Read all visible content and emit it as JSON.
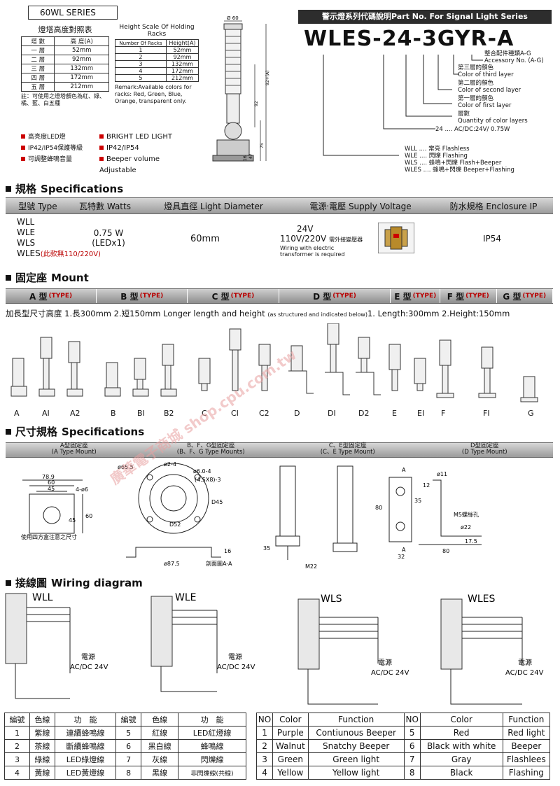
{
  "top": {
    "series_title": "60WL SERIES",
    "height_table_cn": {
      "title": "燈塔高度對照表",
      "headers": [
        "塔 數",
        "高 度(A)"
      ],
      "rows": [
        [
          "一 層",
          "52mm"
        ],
        [
          "二 層",
          "92mm"
        ],
        [
          "三 層",
          "132mm"
        ],
        [
          "四 層",
          "172mm"
        ],
        [
          "五 層",
          "212mm"
        ]
      ],
      "note": "註：可使用之燈塔顏色為紅、綠、橘、藍、白五種"
    },
    "height_table_en": {
      "title": "Height Scale Of Holding Racks",
      "headers": [
        "Number Of Racks",
        "Height(A)"
      ],
      "rows": [
        [
          "1",
          "52mm"
        ],
        [
          "2",
          "92mm"
        ],
        [
          "3",
          "132mm"
        ],
        [
          "4",
          "172mm"
        ],
        [
          "5",
          "212mm"
        ]
      ],
      "remark": "Remark:Available colors for racks: Red, Green, Blue, Orange, transparent only."
    },
    "features_cn": [
      "高亮度LED燈",
      "IP42/IP54保護等級",
      "可調整蜂鳴音量"
    ],
    "features_en": [
      "BRIGHT LED LIGHT",
      "IP42/IP54",
      "Beeper volume Adjustable"
    ],
    "tower_dims": {
      "dia": "Ø 60",
      "h1": "92+(A)",
      "h2": "92",
      "h3": "75",
      "h4": "47",
      "h5": "16"
    }
  },
  "partno": {
    "header": "警示燈系列代碼說明Part No. For Signal Light Series",
    "code": "WLES-24-3GYR-A",
    "items": [
      {
        "cn": "整合配件種類A-G",
        "en": "Accessory No. (A-G)"
      },
      {
        "cn": "第三層的顏色",
        "en": "Color of third layer"
      },
      {
        "cn": "第二層的顏色",
        "en": "Color of second layer"
      },
      {
        "cn": "第一層的顏色",
        "en": "Color of first layer"
      },
      {
        "cn": "層數",
        "en": "Quantity of color layers"
      }
    ],
    "voltage": {
      "code": "24",
      "desc": ".... AC/DC:24V/ 0.75W"
    },
    "types": [
      {
        "code": "WLL",
        "desc": ".... 常亮 Flashless"
      },
      {
        "code": "WLE",
        "desc": ".... 閃爍 Flashing"
      },
      {
        "code": "WLS",
        "desc": ".... 蜂鳴+閃爍 Flash+Beeper"
      },
      {
        "code": "WLES",
        "desc": ".... 蜂鳴+閃爍 Beeper+Flashing"
      }
    ]
  },
  "spec": {
    "title_cn": "規格",
    "title_en": "Specifications",
    "headers": [
      "型號 Type",
      "瓦特數 Watts",
      "燈具直徑 Light Diameter",
      "電源‧電壓 Supply Voltage",
      "防水規格 Enclosure IP"
    ],
    "types": [
      "WLL",
      "WLE",
      "WLS",
      "WLES"
    ],
    "wles_note": "(此款無110/220V)",
    "watts": "0.75 W",
    "watts2": "(LEDx1)",
    "diameter": "60mm",
    "voltage1": "24V",
    "voltage2": "110V/220V",
    "voltage_note_cn": "需外接變壓器",
    "voltage_note_en": "Wiring with electric transformer is required",
    "ip": "IP54"
  },
  "mount": {
    "title_cn": "固定座",
    "title_en": "Mount",
    "types": [
      {
        "cn": "A 型",
        "en": "(TYPE)"
      },
      {
        "cn": "B 型",
        "en": "(TYPE)"
      },
      {
        "cn": "C 型",
        "en": "(TYPE)"
      },
      {
        "cn": "D 型",
        "en": "(TYPE)"
      },
      {
        "cn": "E 型",
        "en": "(TYPE)"
      },
      {
        "cn": "F 型",
        "en": "(TYPE)"
      },
      {
        "cn": "G 型",
        "en": "(TYPE)"
      }
    ],
    "length_note": "加長型尺寸高度  1.長300mm 2.短150mm  Longer length and height",
    "length_note_small": "(as structured and indicated below)",
    "length_note_end": "1. Length:300mm 2.Height:150mm",
    "labels": [
      "A",
      "AI",
      "A2",
      "B",
      "BI",
      "B2",
      "C",
      "CI",
      "C2",
      "D",
      "DI",
      "D2",
      "E",
      "EI",
      "F",
      "FI",
      "G"
    ]
  },
  "dims": {
    "title_cn": "尺寸規格",
    "title_en": "Specifications",
    "headers": [
      {
        "cn": "A型固定座",
        "en": "(A Type Mount)"
      },
      {
        "cn": "B、F、G型固定座",
        "en": "(B、F、G Type Mounts)"
      },
      {
        "cn": "C、E型固定座",
        "en": "(C、E Type Mount)"
      },
      {
        "cn": "D型固定座",
        "en": "(D Type Mount)"
      }
    ],
    "a_labels": [
      "78.9",
      "60",
      "45",
      "4-ø6",
      "45",
      "60",
      "使用四方盒注意之尺寸"
    ],
    "b_labels": [
      "ø65.5",
      "ø2-4",
      "ø6.0-4",
      "(4.5X8)-3",
      "D45",
      "D52",
      "ø87.5",
      "16",
      "剖面圖A-A"
    ],
    "c_labels": [
      "35",
      "M22"
    ],
    "d_labels": [
      "A",
      "A",
      "35",
      "12",
      "80",
      "ø11",
      "M5螺絲孔",
      "ø22",
      "17.5",
      "80",
      "32"
    ]
  },
  "wiring": {
    "title_cn": "接線圖",
    "title_en": "Wiring diagram",
    "diagrams": [
      "WLL",
      "WLE",
      "WLS",
      "WLES"
    ],
    "power_cn": "電源",
    "power_en": "AC/DC 24V",
    "table_cn": {
      "headers": [
        "編號",
        "色線",
        "功　能",
        "編號",
        "色線",
        "功　能"
      ],
      "rows": [
        [
          "1",
          "紫線",
          "連續蜂鳴線",
          "5",
          "紅線",
          "LED紅燈線"
        ],
        [
          "2",
          "茶線",
          "斷續蜂鳴線",
          "6",
          "黑白線",
          "蜂鳴線"
        ],
        [
          "3",
          "綠線",
          "LED綠燈線",
          "7",
          "灰線",
          "閃爍線"
        ],
        [
          "4",
          "黃線",
          "LED黃燈線",
          "8",
          "黑線",
          "非閃爍線(共線)"
        ]
      ]
    },
    "table_en": {
      "headers": [
        "NO",
        "Color",
        "Function",
        "NO",
        "Color",
        "Function"
      ],
      "rows": [
        [
          "1",
          "Purple",
          "Contiunous Beeper",
          "5",
          "Red",
          "Red light"
        ],
        [
          "2",
          "Walnut",
          "Snatchy Beeper",
          "6",
          "Black with white",
          "Beeper"
        ],
        [
          "3",
          "Green",
          "Green light",
          "7",
          "Gray",
          "Flashlees"
        ],
        [
          "4",
          "Yellow",
          "Yellow light",
          "8",
          "Black",
          "Flashing"
        ]
      ]
    }
  },
  "watermark": "廣華電子商城 shop.cpu.com.tw"
}
